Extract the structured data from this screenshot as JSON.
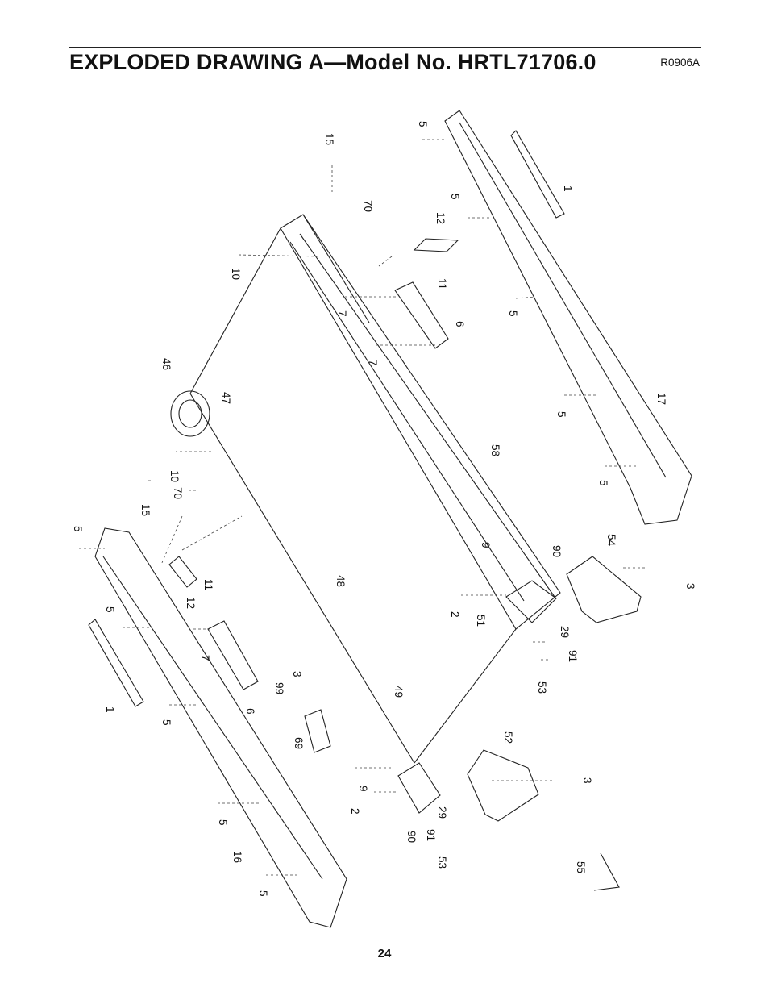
{
  "header": {
    "title": "EXPLODED DRAWING A—Model No. HRTL71706.0",
    "code": "R0906A"
  },
  "page_number": "24",
  "labels": {
    "l5a": "5",
    "l15a": "15",
    "l70a": "70",
    "l1a": "1",
    "l5b": "5",
    "l12a": "12",
    "l10a": "10",
    "l11a": "11",
    "l7a": "7",
    "l6a": "6",
    "l5c": "5",
    "l7b": "7",
    "l46": "46",
    "l47": "47",
    "l5d": "5",
    "l17": "17",
    "l10b": "10",
    "l70b": "70",
    "l15b": "15",
    "l58": "58",
    "l5e": "5",
    "l54": "54",
    "l5f": "5",
    "l12b": "12",
    "l11b": "11",
    "l48": "48",
    "l9a": "9",
    "l90a": "90",
    "l3a": "3",
    "l2a": "2",
    "l51": "51",
    "l5g": "5",
    "l7c": "7",
    "l29a": "29",
    "l91a": "91",
    "l99": "99",
    "l3b": "3",
    "l53a": "53",
    "l1b": "1",
    "l5h": "5",
    "l6b": "6",
    "l49": "49",
    "l69": "69",
    "l52": "52",
    "l3c": "3",
    "l9b": "9",
    "l2b": "2",
    "l29b": "29",
    "l91b": "91",
    "l90b": "90",
    "l53b": "53",
    "l5i": "5",
    "l16": "16",
    "l55": "55",
    "l5j": "5"
  }
}
